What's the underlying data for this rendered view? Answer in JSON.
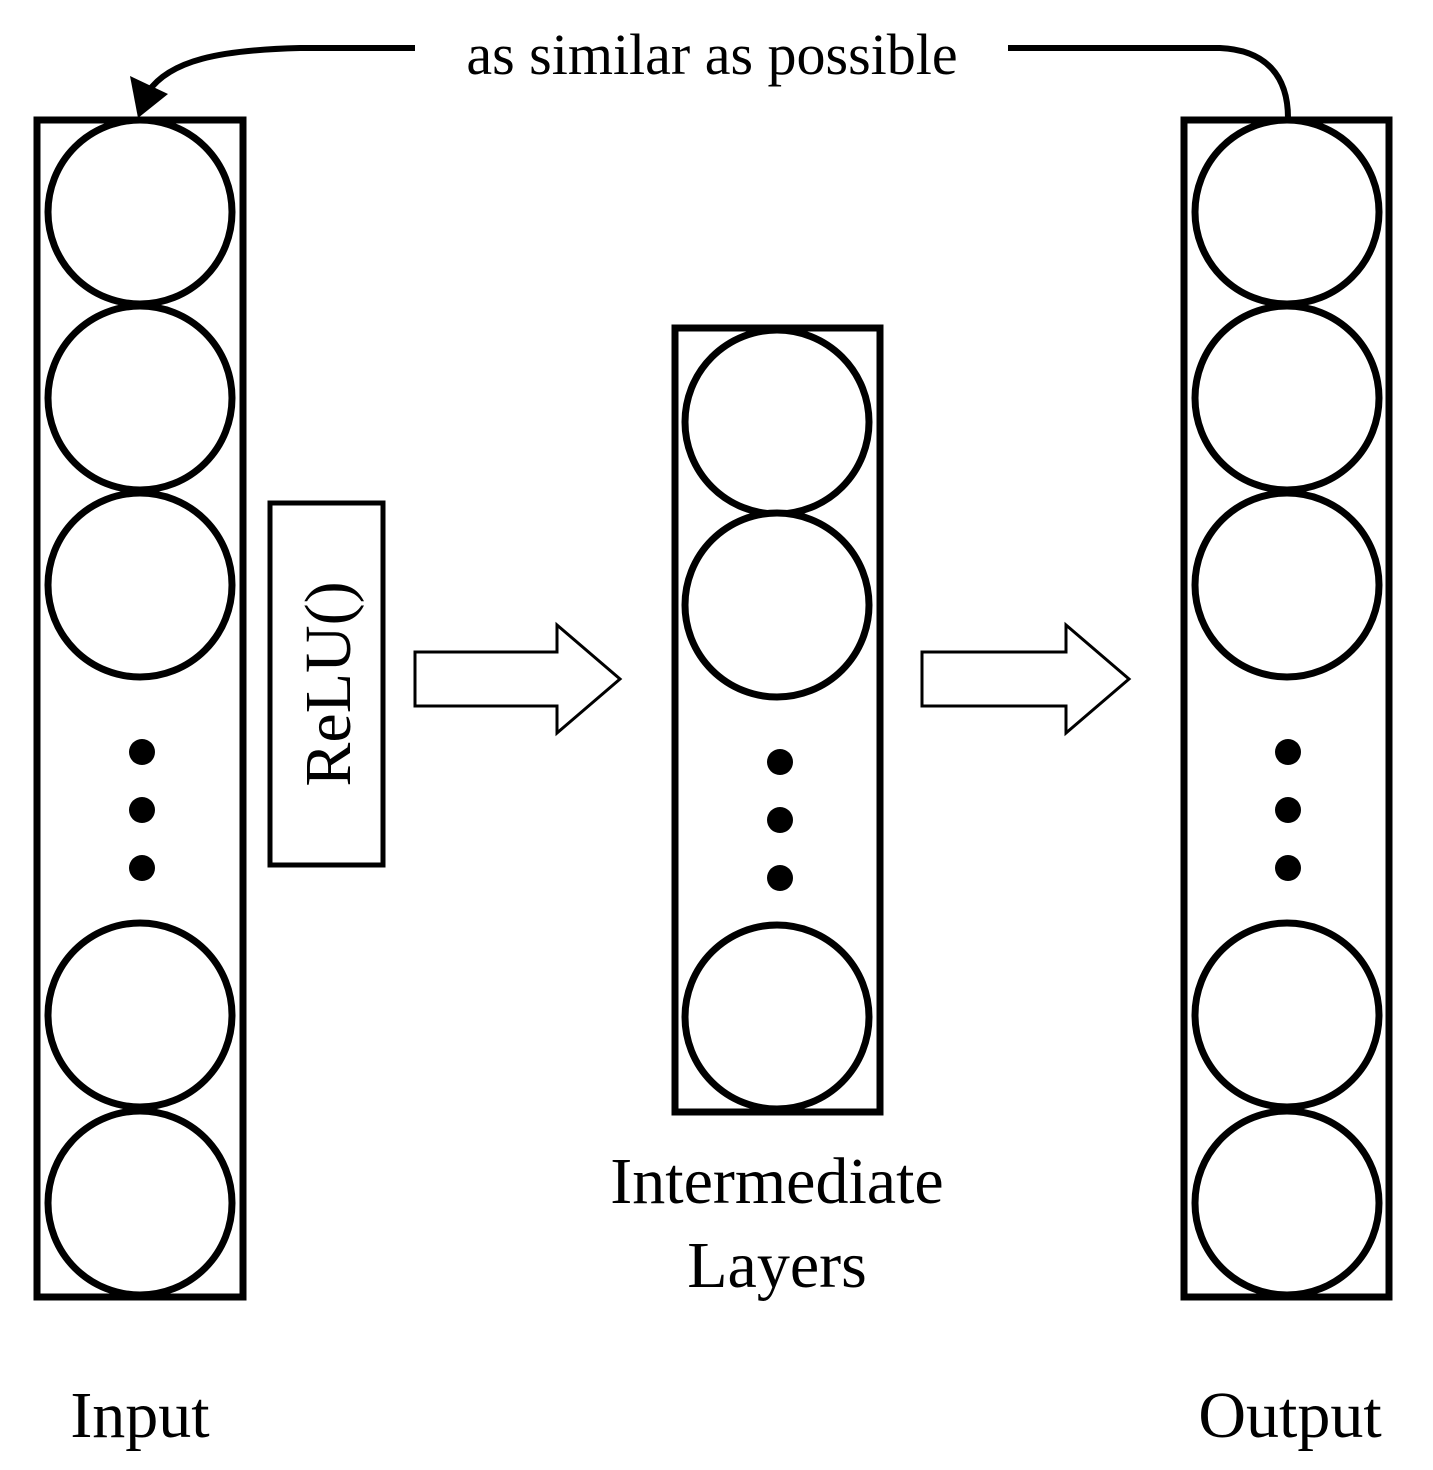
{
  "labels": {
    "input": "Input",
    "intermediate_line1": "Intermediate",
    "intermediate_line2": "Layers",
    "output": "Output",
    "activation": "ReLU()",
    "feedback": "as similar as possible"
  },
  "colors": {
    "stroke": "#000000",
    "background": "#ffffff"
  }
}
